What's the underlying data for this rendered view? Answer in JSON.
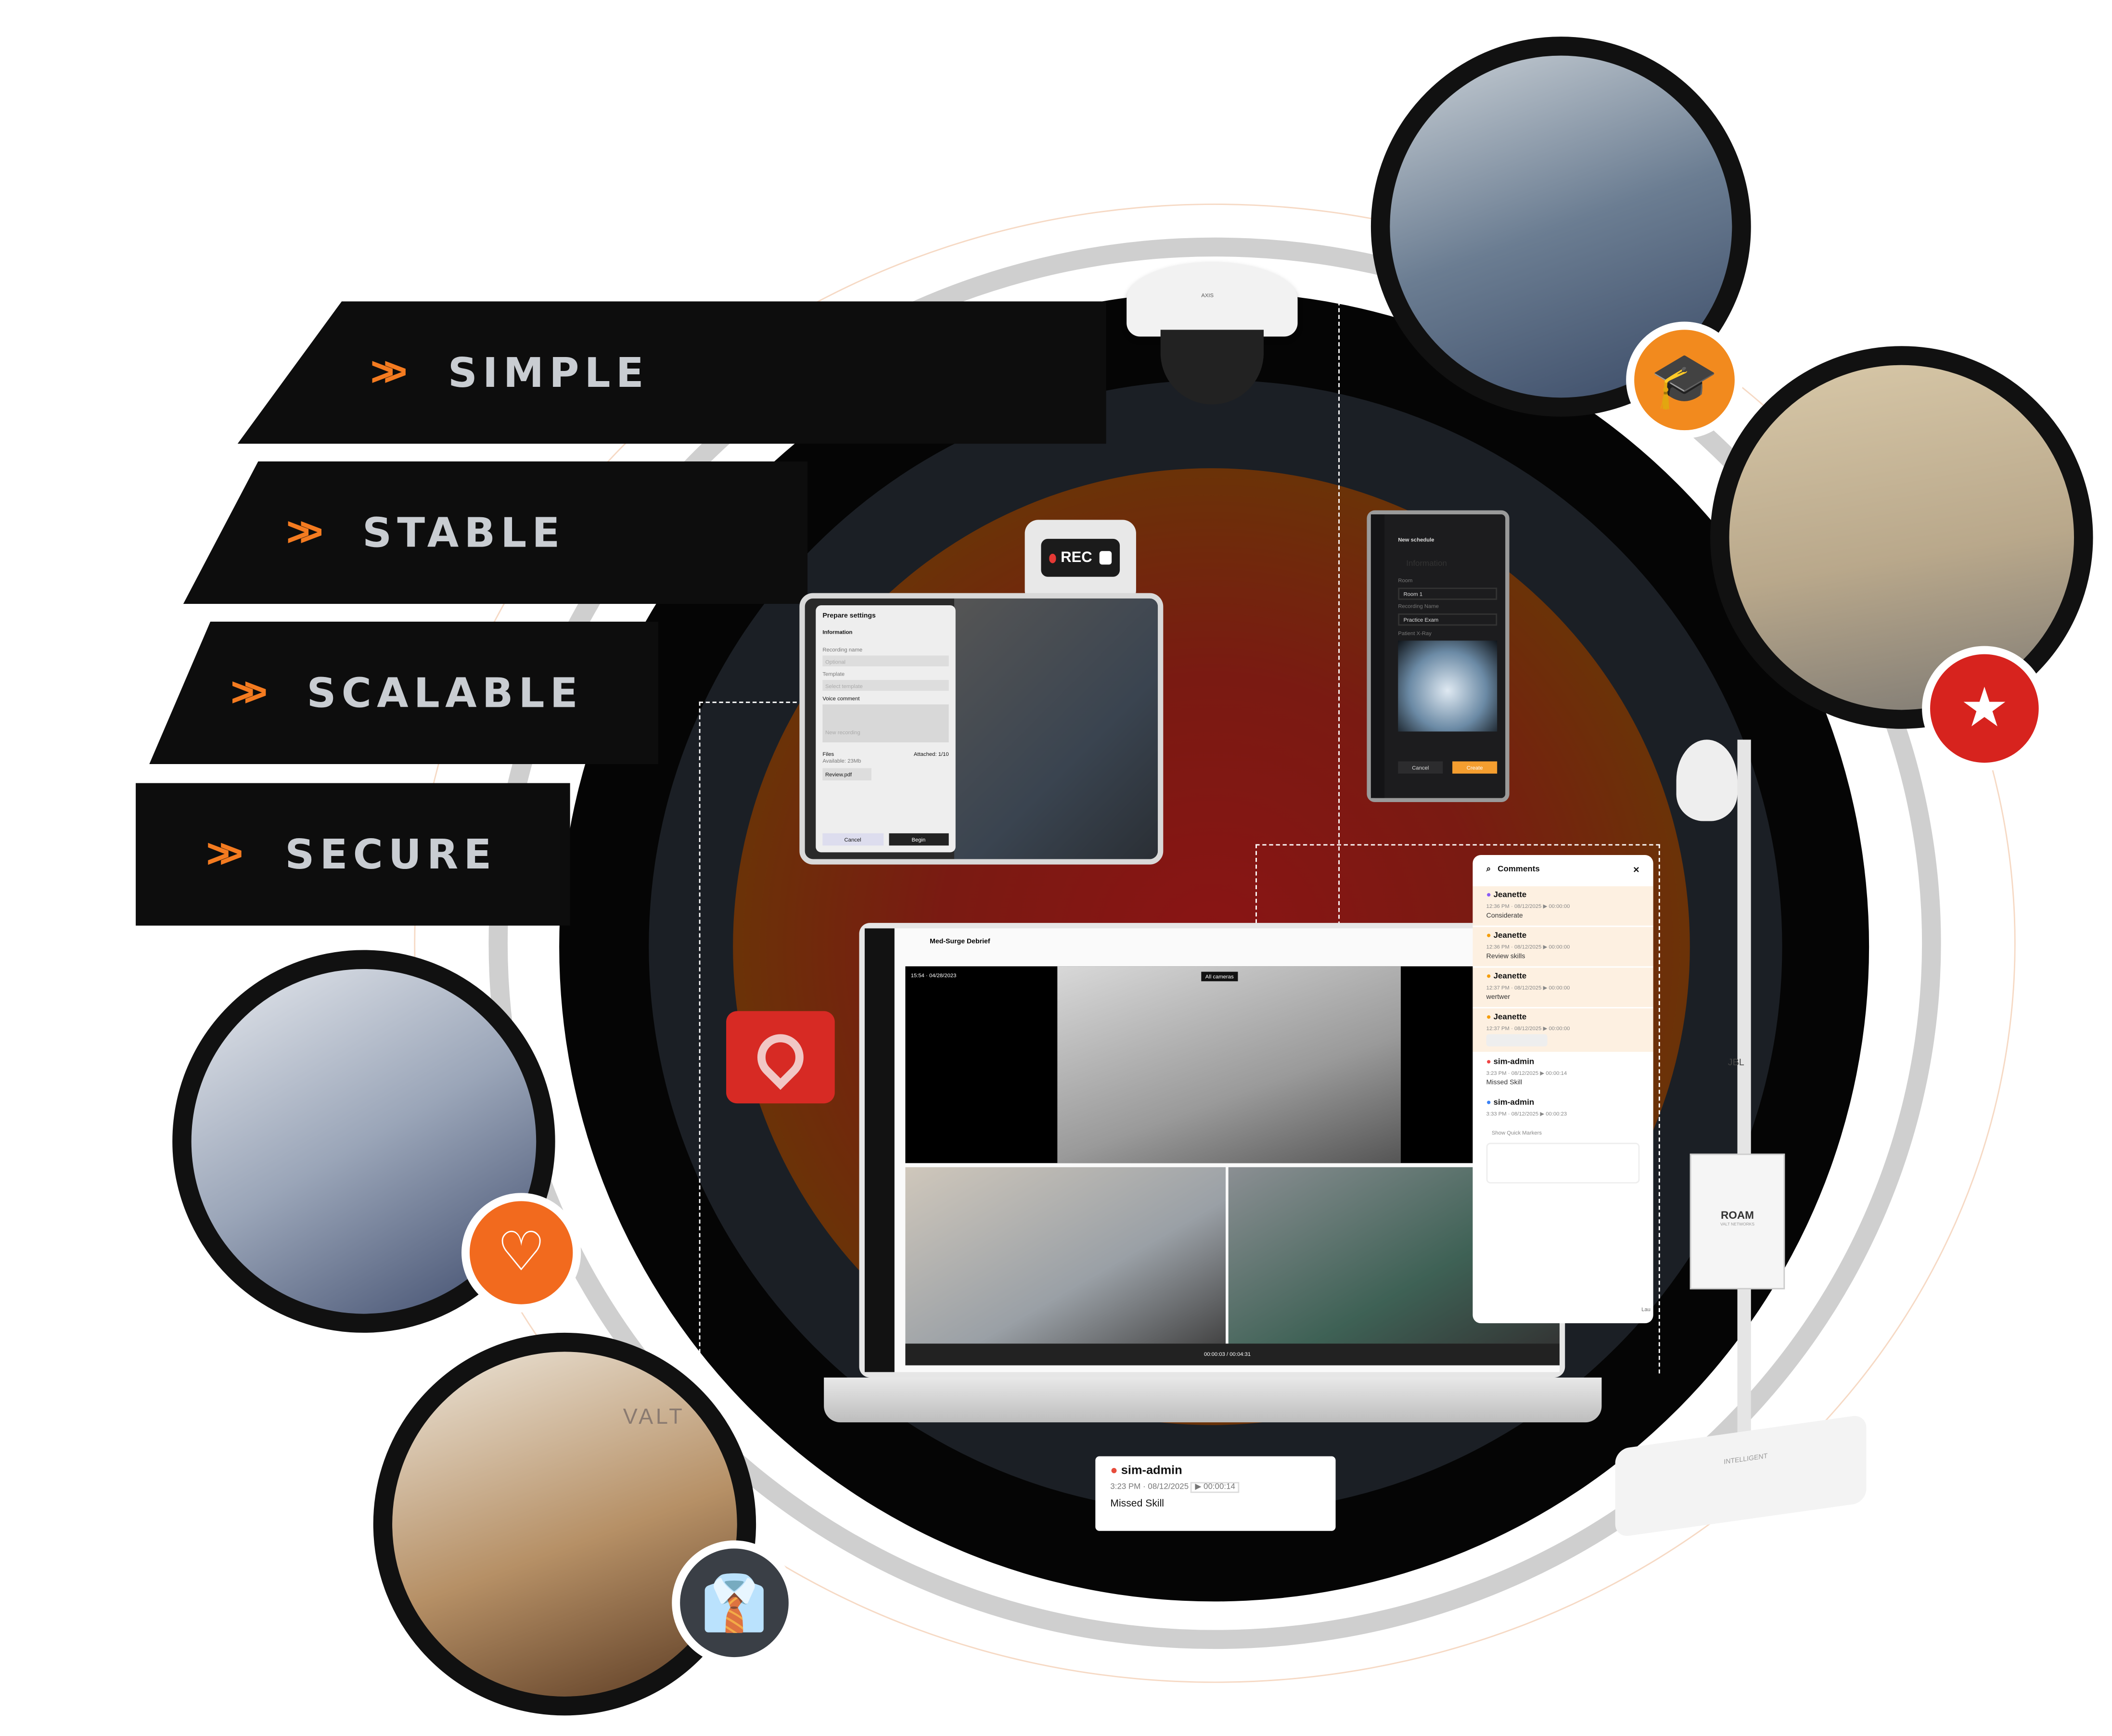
{
  "pillars": [
    "SIMPLE",
    "STABLE",
    "SCALABLE",
    "SECURE"
  ],
  "rec_bubble": {
    "label": "REC"
  },
  "prepare_settings": {
    "title": "Prepare settings",
    "section": "Information",
    "recording_name_label": "Recording name",
    "recording_name_placeholder": "Optional",
    "template_label": "Template",
    "template_placeholder": "Select template",
    "voice_comment_label": "Voice comment",
    "new_recording": "New recording",
    "files_label": "Files",
    "available": "Available: 23Mb",
    "attached": "Attached: 1/10",
    "file_chip": "Review.pdf",
    "cancel": "Cancel",
    "begin": "Begin"
  },
  "new_schedule": {
    "title": "New schedule",
    "section": "Information",
    "room_label": "Room",
    "room_value": "Room 1",
    "recording_name_label": "Recording Name",
    "recording_name_value": "Practice Exam",
    "xray_label": "Patient X-Ray",
    "cancel": "Cancel",
    "create": "Create"
  },
  "laptop": {
    "title": "Med-Surge Debrief",
    "timestamp": "15:54 · 04/28/2023",
    "camera_select": "All cameras",
    "time": "00:00:03 / 00:04:31"
  },
  "comments": {
    "title": "Comments",
    "items": [
      {
        "user": "Jeanette",
        "time": "12:36 PM · 08/12/2025",
        "offset": "00:00:00",
        "text": "Considerate",
        "color": "#8b5cf6"
      },
      {
        "user": "Jeanette",
        "time": "12:36 PM · 08/12/2025",
        "offset": "00:00:00",
        "text": "Review skills",
        "color": "#f59e0b"
      },
      {
        "user": "Jeanette",
        "time": "12:37 PM · 08/12/2025",
        "offset": "00:00:00",
        "text": "wertwer",
        "color": "#f59e0b"
      },
      {
        "user": "Jeanette",
        "time": "12:37 PM · 08/12/2025",
        "offset": "00:00:00",
        "text": "",
        "color": "#f59e0b"
      },
      {
        "user": "sim-admin",
        "time": "3:23 PM · 08/12/2025",
        "offset": "00:00:14",
        "text": "Missed Skill",
        "color": "#ef4444"
      },
      {
        "user": "sim-admin",
        "time": "3:33 PM · 08/12/2025",
        "offset": "00:00:23",
        "text": "",
        "color": "#3b82f6"
      }
    ],
    "quick_markers": "Show Quick Markers",
    "launch": "Lau"
  },
  "floating_card": {
    "user": "sim-admin",
    "time": "3:23 PM · 08/12/2025",
    "offset": "00:00:14",
    "text": "Missed Skill"
  },
  "cart": {
    "brand": "ROAM",
    "sub": "VALT NETWORKS",
    "base": "INTELLIGENT",
    "speaker": "JBL"
  },
  "camera_brand": "AXIS",
  "wall_logo": "VALT"
}
